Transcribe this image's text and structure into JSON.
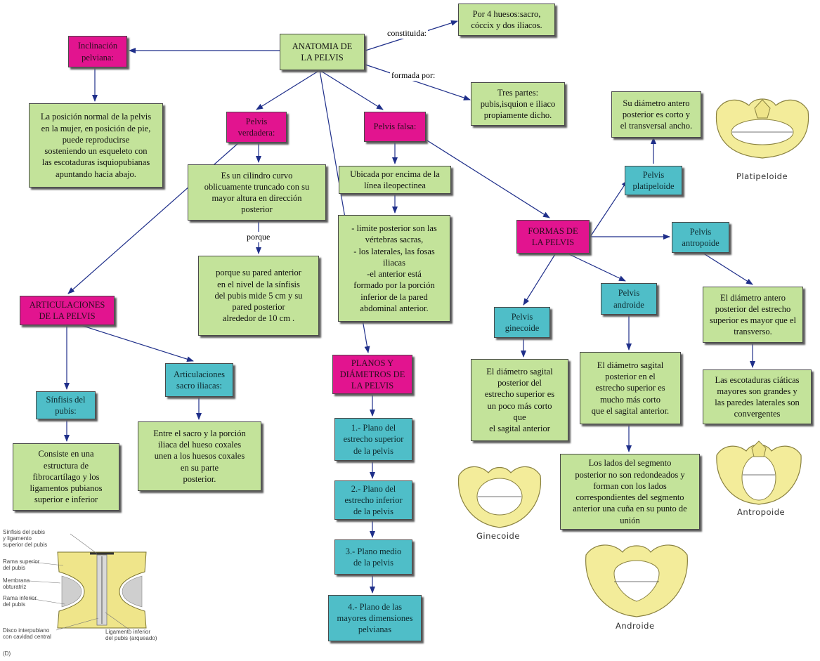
{
  "nodes": {
    "anatomia": "ANATOMIA DE\nLA PELVIS",
    "inclinacion": "Inclinación\npelviana:",
    "posicion_normal": "La posición normal de la pelvis\nen la mujer, en posición de pie,\npuede reproducirse\nsosteniendo un esqueleto con\nlas escotaduras isquiopubianas\napuntando hacia abajo.",
    "cuatro_huesos": "Por 4 huesos:sacro,\ncóccix y dos iliacos.",
    "tres_partes": "Tres partes:\npubis,isquion e iliaco\npropiamente dicho.",
    "pelvis_verdadera": "Pelvis\nverdadera:",
    "pelvis_falsa": "Pelvis falsa:",
    "cilindro": "Es un cilindro curvo\noblicuamente truncado con su\nmayor altura en dirección\nposterior",
    "pared_anterior": "porque su pared anterior\nen el nivel de la sínfisis\ndel pubis mide 5 cm y su\npared posterior\nalrededor de 10 cm .",
    "ubicada": "Ubicada por encima de la\nlínea ileopectinea",
    "limites": "- limite posterior son las\nvértebras sacras,\n- los laterales, las fosas\niliacas\n-el anterior está\nformado por la porción\ninferior de la pared\nabdominal anterior.",
    "articulaciones": "ARTICULACIONES\nDE LA PELVIS",
    "sinfisis": "Sínfisis del\npubis:",
    "art_sacro": "Articulaciones\nsacro iliacas:",
    "consiste": "Consiste en una\nestructura de\nfibrocartílago y los\nligamentos pubianos\nsuperior e inferior",
    "entre_sacro": "Entre el sacro y la porción\niliaca del hueso coxales\nunen a los huesos coxales\nen su parte\nposterior.",
    "planos": "PLANOS Y\nDIÁMETROS DE\nLA PELVIS",
    "plano1": "1.- Plano del\nestrecho superior\nde la pelvis",
    "plano2": "2.- Plano del\nestrecho inferior\nde la pelvis",
    "plano3": "3.- Plano medio\nde la pelvis",
    "plano4": "4.- Plano de las\nmayores dimensiones\npelvianas",
    "formas": "FORMAS DE\nLA PELVIS",
    "platipeloide": "Pelvis\nplatipeloide",
    "su_diametro": "Su diámetro antero\nposterior es corto y\nel transversal ancho.",
    "antropoide": "Pelvis\nantropoide",
    "antropoide_diam": "El diámetro antero\nposterior del estrecho\nsuperior es mayor que el\ntransverso.",
    "escotaduras": "Las escotaduras ciáticas\nmayores son grandes y\nlas paredes laterales son\nconvergentes",
    "ginecoide": "Pelvis\nginecoide",
    "ginecoide_diam": "El diámetro sagital\nposterior del\nestrecho superior es\nun poco más corto\nque\nel sagital anterior",
    "androide": "Pelvis\nandroide",
    "androide_diam": "El diámetro sagital\nposterior en el\nestrecho superior es\nmucho más corto\nque el sagital anterior.",
    "lados": "Los lados del segmento\nposterior no son redondeados y\nforman con los lados\ncorrespondientes del segmento\nanterior una cuña en su punto de\nunión"
  },
  "edge_labels": {
    "constituida": "constituida:",
    "formada_por": "formada por:",
    "porque": "porque"
  },
  "figures": {
    "platipeloide": "Platipeloide",
    "ginecoide": "Ginecoide",
    "antropoide": "Antropoide",
    "androide": "Androide"
  },
  "anatomy": {
    "l1": "Sínfisis del pubis\ny ligamento\nsuperior del pubis",
    "l2": "Rama superior\ndel pubis",
    "l3": "Membrana\nobturatriz",
    "l4": "Rama inferior\ndel pubis",
    "l5": "Disco interpubiano\ncon cavidad central",
    "l6": "Ligamento inferior\ndel pubis (arqueado)",
    "panel": "(D)"
  },
  "colors": {
    "green": "#c3e39a",
    "pink": "#e2148f",
    "teal": "#4fbec8",
    "arrow": "#1f2f8a",
    "bone": "#f3ec9a"
  }
}
